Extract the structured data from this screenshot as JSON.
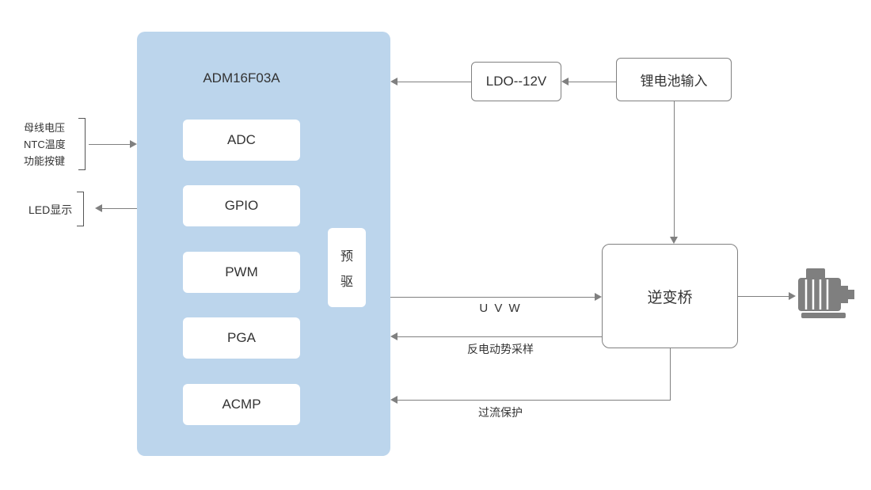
{
  "chip": {
    "title": "ADM16F03A",
    "modules": [
      "ADC",
      "GPIO",
      "PWM",
      "PGA",
      "ACMP"
    ],
    "predriver_chars": [
      "预",
      "驱"
    ]
  },
  "inputs": {
    "group_lines": [
      "母线电压",
      "NTC温度",
      "功能按键"
    ],
    "led_label": "LED显示"
  },
  "power": {
    "ldo_label": "LDO--12V",
    "battery_label": "锂电池输入"
  },
  "inverter": {
    "label": "逆变桥"
  },
  "signals": {
    "uvw_label": "U V W",
    "bemf_label": "反电动势采样",
    "overcurrent_label": "过流保护"
  },
  "icons": {
    "motor": "motor-icon"
  },
  "colors": {
    "chip_bg": "#BCD5EC",
    "line": "#808080",
    "text": "#333333",
    "bracket": "#555555",
    "motor": "#7F7F7F"
  }
}
